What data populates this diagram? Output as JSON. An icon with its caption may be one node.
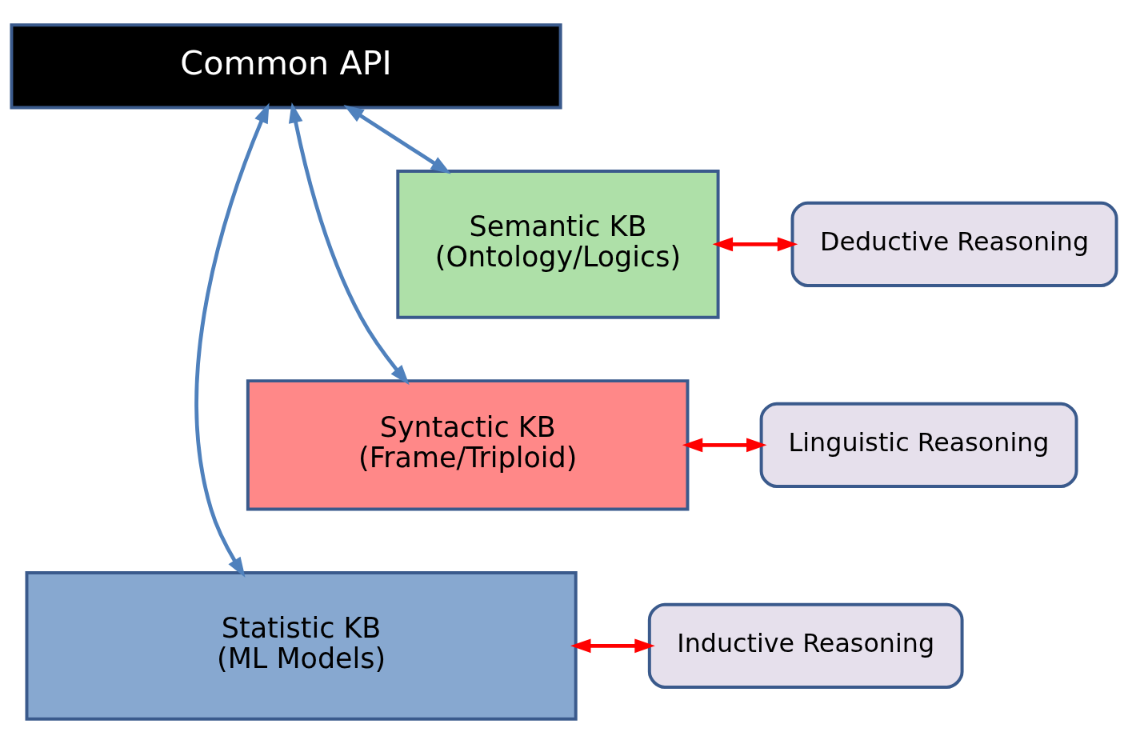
{
  "diagram": {
    "nodes": [
      {
        "text": [
          "Common API"
        ]
      },
      {
        "text": [
          "Statistic KB",
          "(ML Models)"
        ]
      },
      {
        "text": [
          "Syntactic KB",
          "(Frame/Triploid)"
        ]
      },
      {
        "text": [
          "Semantic KB",
          "(Ontology/Logics)"
        ]
      },
      {
        "text": [
          "Deductive Reasoning"
        ]
      },
      {
        "text": [
          "Linguistic Reasoning"
        ]
      },
      {
        "text": [
          "Inductive Reasoning"
        ]
      }
    ],
    "edges": [
      {
        "from": 0,
        "to": 1,
        "arrow": "both",
        "color": "#4f81bd"
      },
      {
        "from": 0,
        "to": 2,
        "arrow": "both",
        "color": "#4f81bd"
      },
      {
        "from": 0,
        "to": 3,
        "arrow": "both",
        "color": "#4f81bd"
      },
      {
        "from": 3,
        "to": 4,
        "arrow": "both",
        "color": "#ff0000"
      },
      {
        "from": 2,
        "to": 5,
        "arrow": "both",
        "color": "#ff0000"
      },
      {
        "from": 1,
        "to": 6,
        "arrow": "both",
        "color": "#ff0000"
      }
    ]
  }
}
